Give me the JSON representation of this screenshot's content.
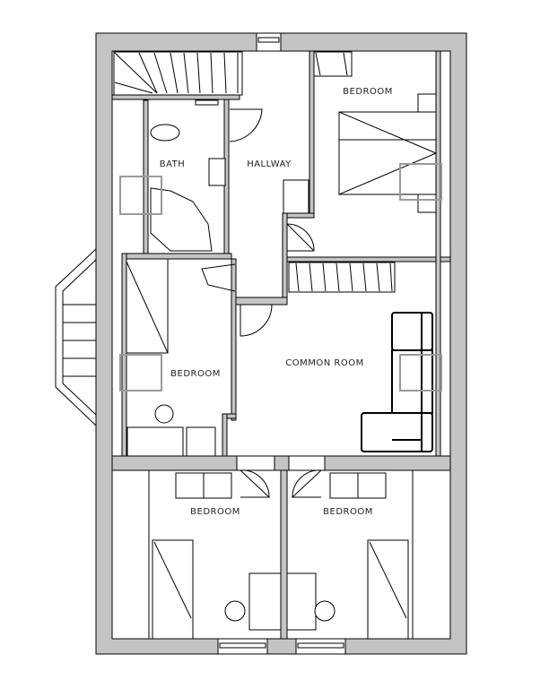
{
  "plan": {
    "rooms": [
      {
        "id": "bedroom-ne",
        "label": "BEDROOM"
      },
      {
        "id": "bath",
        "label": "BATH"
      },
      {
        "id": "hallway",
        "label": "HALLWAY"
      },
      {
        "id": "bedroom-w",
        "label": "BEDROOM"
      },
      {
        "id": "common",
        "label": "COMMON ROOM"
      },
      {
        "id": "bedroom-sw",
        "label": "BEDROOM"
      },
      {
        "id": "bedroom-se",
        "label": "BEDROOM"
      }
    ],
    "colors": {
      "wall": "#c4c4c4",
      "line": "#000000",
      "window": "#9a9a9a"
    }
  }
}
